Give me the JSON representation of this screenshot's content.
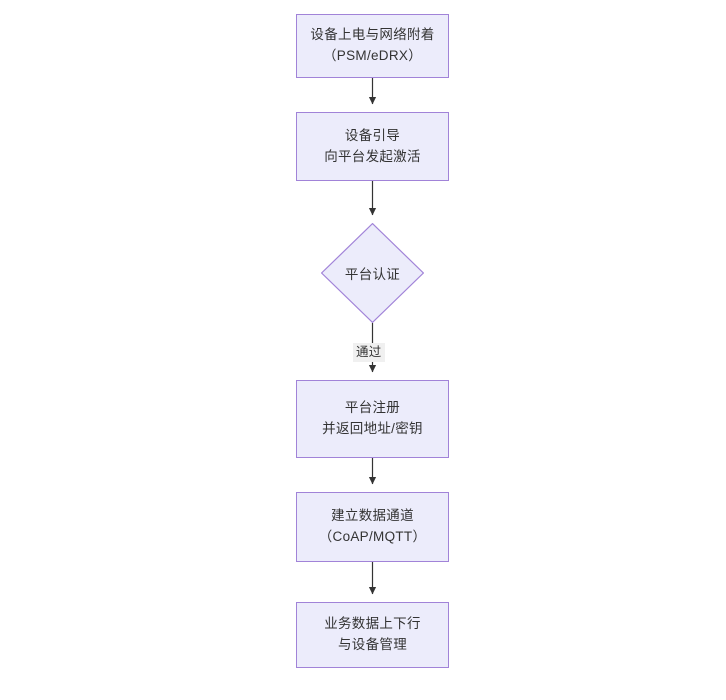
{
  "diagram": {
    "type": "flowchart",
    "orientation": "top-to-bottom",
    "title": "",
    "colors": {
      "node_fill": "#ececfb",
      "node_border": "#a183d8",
      "text": "#333333",
      "edge_line": "#333333",
      "edge_label_background": "#f0f0f0",
      "canvas_background": "#ffffff"
    },
    "nodes": [
      {
        "id": "power-on",
        "shape": "rectangle",
        "lines": [
          "设备上电与网络附着",
          "（PSM/eDRX）"
        ]
      },
      {
        "id": "bootstrap",
        "shape": "rectangle",
        "lines": [
          "设备引导",
          "向平台发起激活"
        ]
      },
      {
        "id": "platform-auth",
        "shape": "diamond",
        "lines": [
          "平台认证"
        ]
      },
      {
        "id": "platform-register",
        "shape": "rectangle",
        "lines": [
          "平台注册",
          "并返回地址/密钥"
        ]
      },
      {
        "id": "data-channel",
        "shape": "rectangle",
        "lines": [
          "建立数据通道",
          "（CoAP/MQTT）"
        ]
      },
      {
        "id": "business-data",
        "shape": "rectangle",
        "lines": [
          "业务数据上下行",
          "与设备管理"
        ]
      }
    ],
    "edges": [
      {
        "from": "power-on",
        "to": "bootstrap",
        "label": ""
      },
      {
        "from": "bootstrap",
        "to": "platform-auth",
        "label": ""
      },
      {
        "from": "platform-auth",
        "to": "platform-register",
        "label": "通过"
      },
      {
        "from": "platform-register",
        "to": "data-channel",
        "label": ""
      },
      {
        "from": "data-channel",
        "to": "business-data",
        "label": ""
      }
    ]
  }
}
